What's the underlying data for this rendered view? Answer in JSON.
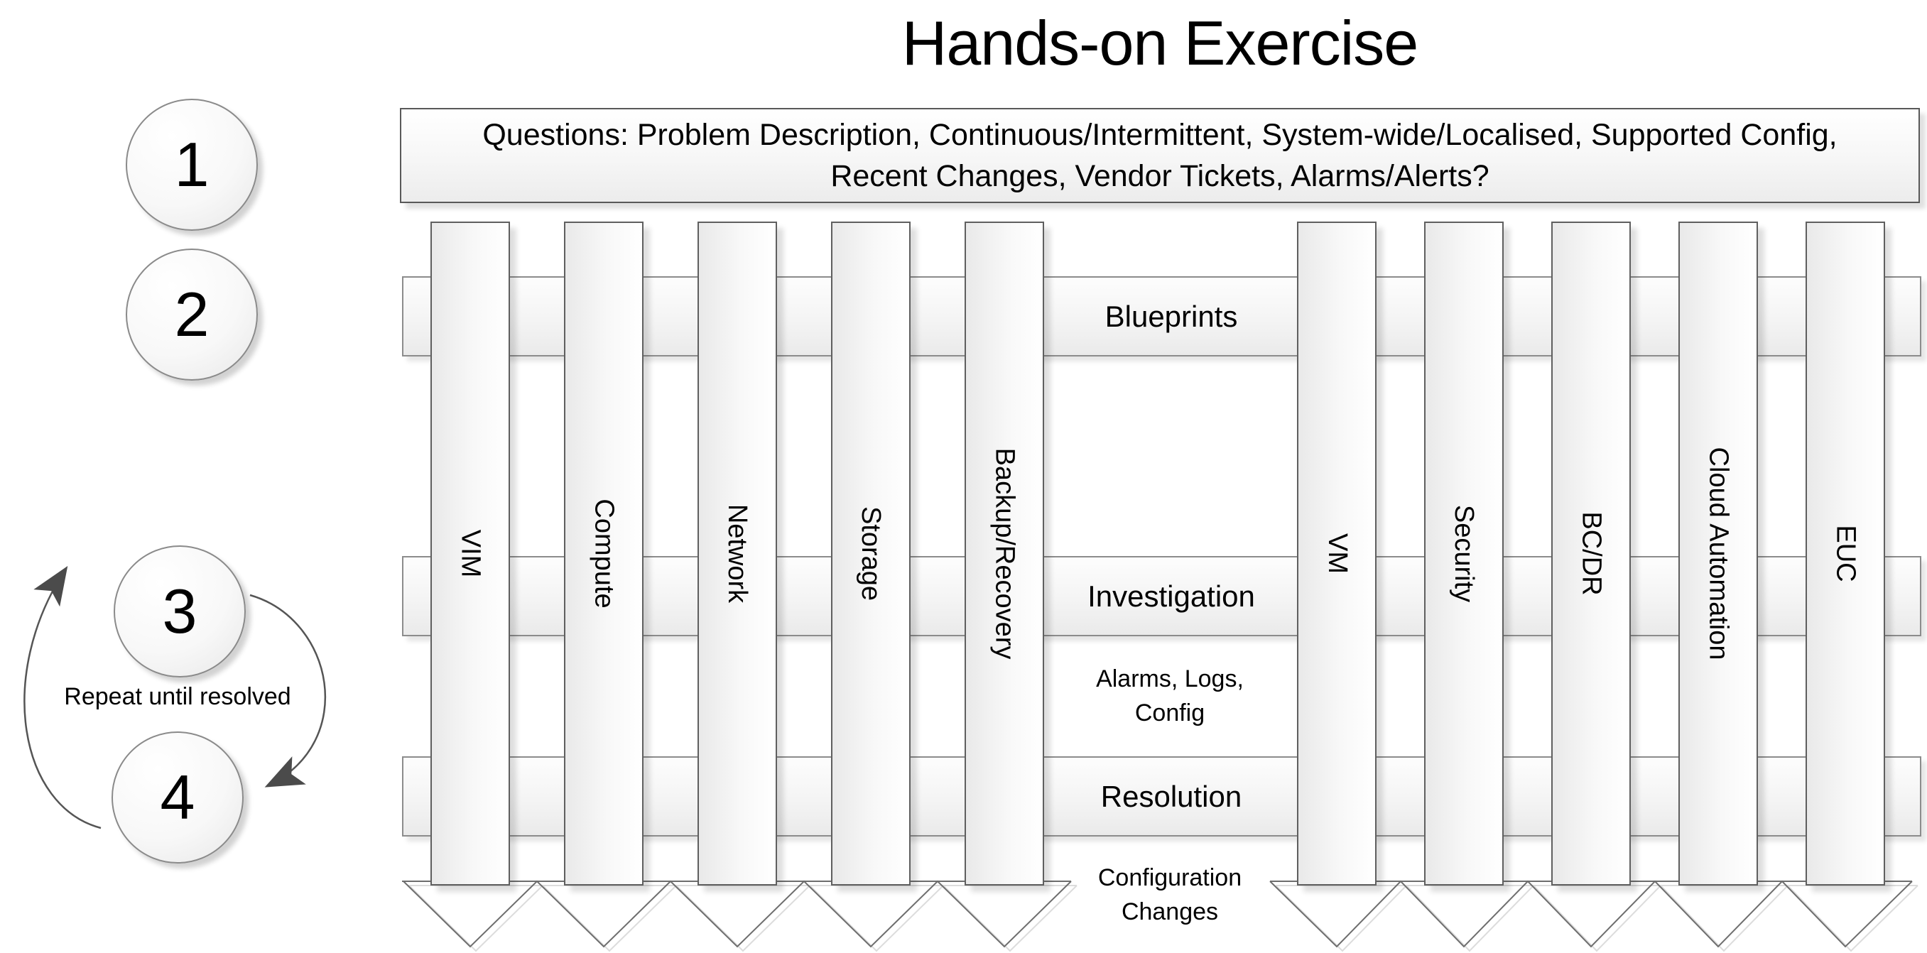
{
  "title": "Hands-on Exercise",
  "questions_box": {
    "text": "Questions: Problem Description, Continuous/Intermittent, System-wide/Localised, Supported Config, Recent Changes, Vendor Tickets, Alarms/Alerts?"
  },
  "cycle": {
    "step1": "1",
    "step2": "2",
    "step3": "3",
    "step4": "4",
    "repeat_label": "Repeat until resolved"
  },
  "bands": [
    {
      "label": "Blueprints"
    },
    {
      "label": "Investigation"
    },
    {
      "label": "Resolution"
    }
  ],
  "notes": {
    "investigation_inputs": "Alarms, Logs, Config",
    "configuration_changes": "Configuration Changes"
  },
  "bars": [
    {
      "label": "VIM"
    },
    {
      "label": "Compute"
    },
    {
      "label": "Network"
    },
    {
      "label": "Storage"
    },
    {
      "label": "Backup/Recovery"
    },
    {
      "label": "VM"
    },
    {
      "label": "Security"
    },
    {
      "label": "BC/DR"
    },
    {
      "label": "Cloud Automation"
    },
    {
      "label": "EUC"
    }
  ],
  "colors": {
    "text": "#000000",
    "bar_border": "#5f5f5f",
    "band_border": "#8c8c8c",
    "sawtooth_line": "#6e6e6e",
    "arrow_fill": "#4b4b4b",
    "fill_light": "#ffffff",
    "fill_gray": "#ebebeb"
  }
}
